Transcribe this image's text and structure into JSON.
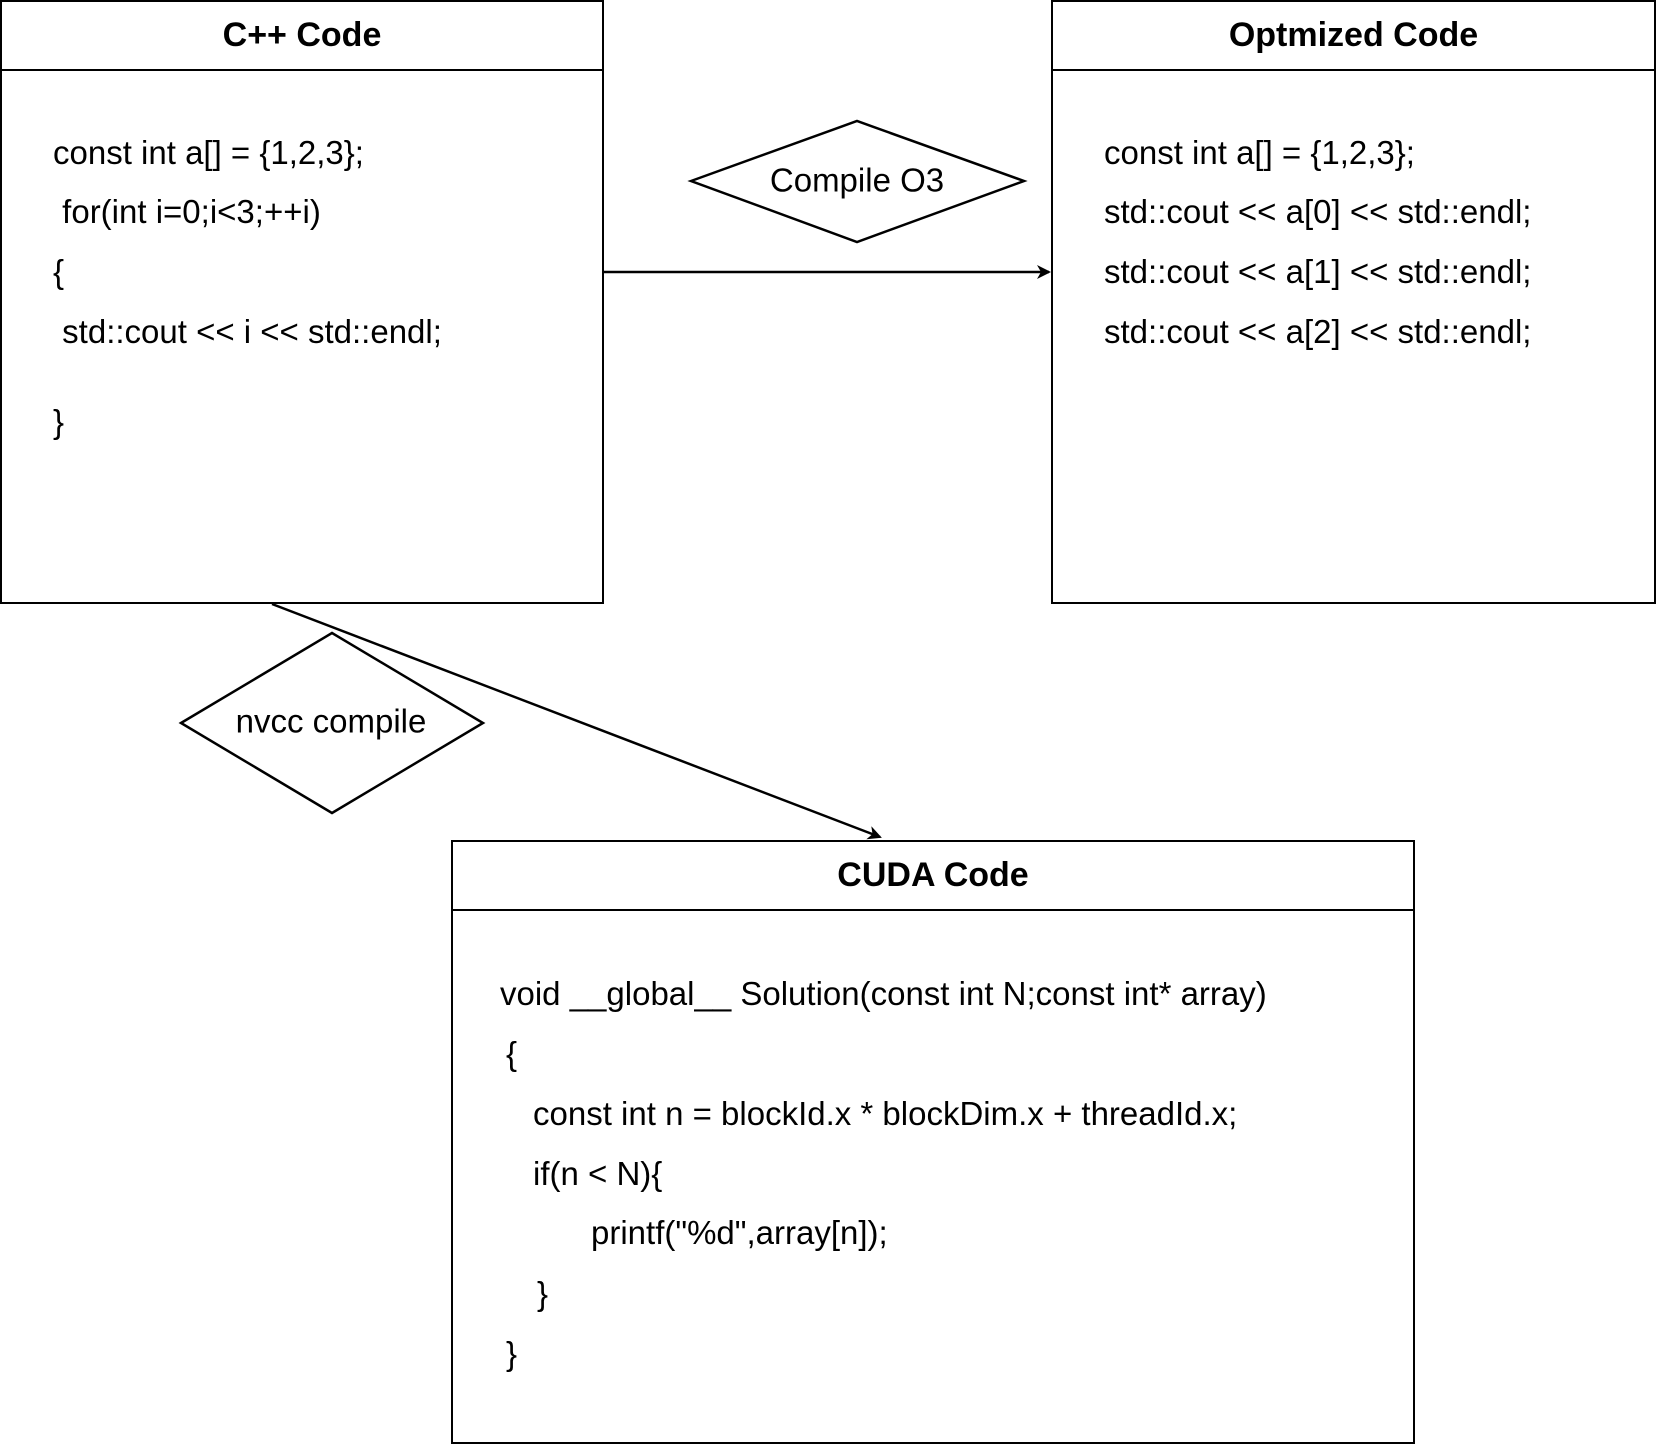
{
  "cpp_box": {
    "title": "C++ Code",
    "lines": [
      "const int a[] = {1,2,3};",
      " for(int i=0;i<3;++i)",
      "{",
      " std::cout << i << std::endl;",
      "}"
    ]
  },
  "optimized_box": {
    "title": "Optmized Code",
    "lines": [
      "const int a[] = {1,2,3};",
      "std::cout << a[0] << std::endl;",
      "std::cout << a[1] << std::endl;",
      "std::cout << a[2] << std::endl;"
    ]
  },
  "cuda_box": {
    "title": "CUDA Code",
    "lines": [
      "void __global__ Solution(const int N;const int* array)",
      "{",
      "const int n = blockId.x * blockDim.x + threadId.x;",
      "if(n < N){",
      "printf(\"%d\",array[n]);",
      "}",
      "}"
    ]
  },
  "edges": {
    "compile_o3_label": "Compile O3",
    "nvcc_label": "nvcc compile"
  }
}
